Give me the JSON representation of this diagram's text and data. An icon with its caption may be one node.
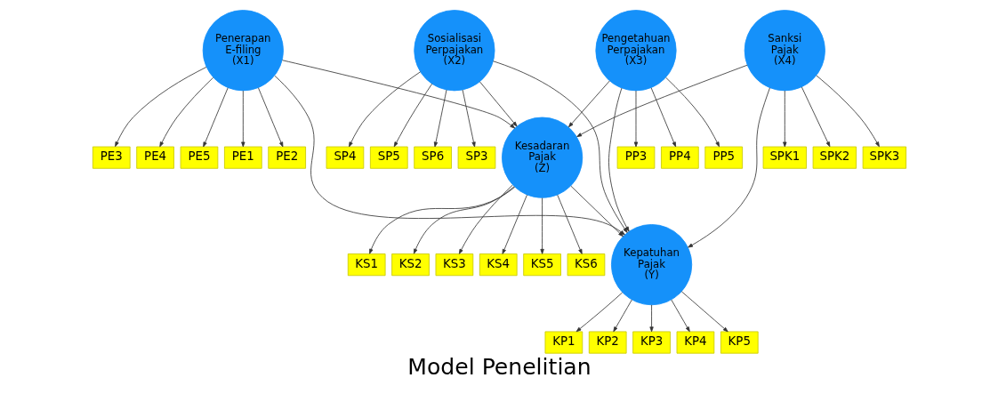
{
  "diagram": {
    "caption": "Model Penelitian",
    "nodes": [
      {
        "text": [
          "PE1"
        ]
      },
      {
        "text": [
          "PE2"
        ]
      },
      {
        "text": [
          "PE3"
        ]
      },
      {
        "text": [
          "PE4"
        ]
      },
      {
        "text": [
          "PE5"
        ]
      },
      {
        "text": [
          "SP3"
        ]
      },
      {
        "text": [
          "SP4"
        ]
      },
      {
        "text": [
          "SP5"
        ]
      },
      {
        "text": [
          "SP6"
        ]
      },
      {
        "text": [
          "Penerapan E-filing (X1)"
        ]
      },
      {
        "text": [
          "Sosialisasi Perpajakan (X2)"
        ]
      },
      {
        "text": [
          "KS1"
        ]
      },
      {
        "text": [
          "KS2"
        ]
      },
      {
        "text": [
          "KS3"
        ]
      },
      {
        "text": [
          "KS4"
        ]
      },
      {
        "text": [
          "KS5"
        ]
      },
      {
        "text": [
          "KS6"
        ]
      },
      {
        "text": [
          "KP1"
        ]
      },
      {
        "text": [
          "KP2"
        ]
      },
      {
        "text": [
          "KP3"
        ]
      },
      {
        "text": [
          "KP4"
        ]
      },
      {
        "text": [
          "KP5"
        ]
      },
      {
        "text": [
          "Kesadaran Pajak (Z)"
        ]
      },
      {
        "text": [
          "Kepatuhan Pajak (Y)"
        ]
      },
      {
        "text": [
          "Pengetahuan Perpajakan (X3)"
        ]
      },
      {
        "text": [
          "Sanksi Pajak (X4)"
        ]
      },
      {
        "text": [
          "PP3"
        ]
      },
      {
        "text": [
          "PP4"
        ]
      },
      {
        "text": [
          "PP5"
        ]
      },
      {
        "text": [
          "SPK1"
        ]
      },
      {
        "text": [
          "SPK2"
        ]
      },
      {
        "text": [
          "SPK3"
        ]
      }
    ],
    "edges": [
      {
        "from": 9,
        "to": 0,
        "arrow": "to"
      },
      {
        "from": 9,
        "to": 1,
        "arrow": "to"
      },
      {
        "from": 9,
        "to": 2,
        "arrow": "to"
      },
      {
        "from": 9,
        "to": 3,
        "arrow": "to"
      },
      {
        "from": 9,
        "to": 4,
        "arrow": "to"
      },
      {
        "from": 10,
        "to": 5,
        "arrow": "to"
      },
      {
        "from": 10,
        "to": 6,
        "arrow": "to"
      },
      {
        "from": 10,
        "to": 7,
        "arrow": "to"
      },
      {
        "from": 10,
        "to": 8,
        "arrow": "to"
      },
      {
        "from": 24,
        "to": 26,
        "arrow": "to"
      },
      {
        "from": 24,
        "to": 27,
        "arrow": "to"
      },
      {
        "from": 24,
        "to": 28,
        "arrow": "to"
      },
      {
        "from": 25,
        "to": 29,
        "arrow": "to"
      },
      {
        "from": 25,
        "to": 30,
        "arrow": "to"
      },
      {
        "from": 25,
        "to": 31,
        "arrow": "to"
      },
      {
        "from": 22,
        "to": 11,
        "arrow": "to"
      },
      {
        "from": 22,
        "to": 12,
        "arrow": "to"
      },
      {
        "from": 22,
        "to": 13,
        "arrow": "to"
      },
      {
        "from": 22,
        "to": 14,
        "arrow": "to"
      },
      {
        "from": 22,
        "to": 15,
        "arrow": "to"
      },
      {
        "from": 22,
        "to": 16,
        "arrow": "to"
      },
      {
        "from": 23,
        "to": 17,
        "arrow": "to"
      },
      {
        "from": 23,
        "to": 18,
        "arrow": "to"
      },
      {
        "from": 23,
        "to": 19,
        "arrow": "to"
      },
      {
        "from": 23,
        "to": 20,
        "arrow": "to"
      },
      {
        "from": 23,
        "to": 21,
        "arrow": "to"
      },
      {
        "from": 9,
        "to": 22,
        "arrow": "to"
      },
      {
        "from": 9,
        "to": 23,
        "arrow": "to"
      },
      {
        "from": 10,
        "to": 22,
        "arrow": "to"
      },
      {
        "from": 10,
        "to": 23,
        "arrow": "to"
      },
      {
        "from": 24,
        "to": 22,
        "arrow": "to"
      },
      {
        "from": 24,
        "to": 23,
        "arrow": "to"
      },
      {
        "from": 25,
        "to": 22,
        "arrow": "to"
      },
      {
        "from": 25,
        "to": 23,
        "arrow": "to"
      },
      {
        "from": 22,
        "to": 23,
        "arrow": "to"
      }
    ]
  }
}
